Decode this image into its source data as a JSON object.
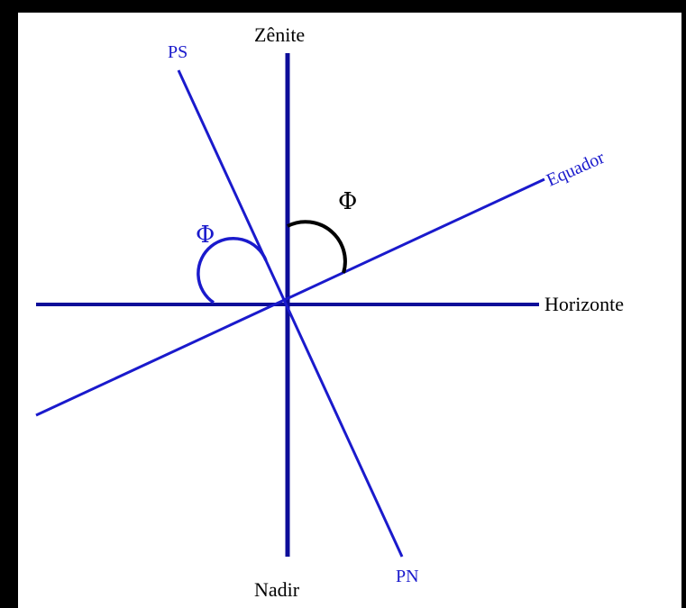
{
  "labels": {
    "zenith": "Zênite",
    "nadir": "Nadir",
    "horizon": "Horizonte",
    "equator": "Equador",
    "south_pole": "PS",
    "north_pole": "PN",
    "phi_upper": "Φ",
    "phi_left": "Φ"
  },
  "colors": {
    "background": "#000000",
    "canvas": "#ffffff",
    "axis": "#0d0d99",
    "secondary_line": "#1a1acc",
    "label_text": "#000000",
    "phi_upper": "#000000",
    "phi_left": "#1a1acc"
  }
}
